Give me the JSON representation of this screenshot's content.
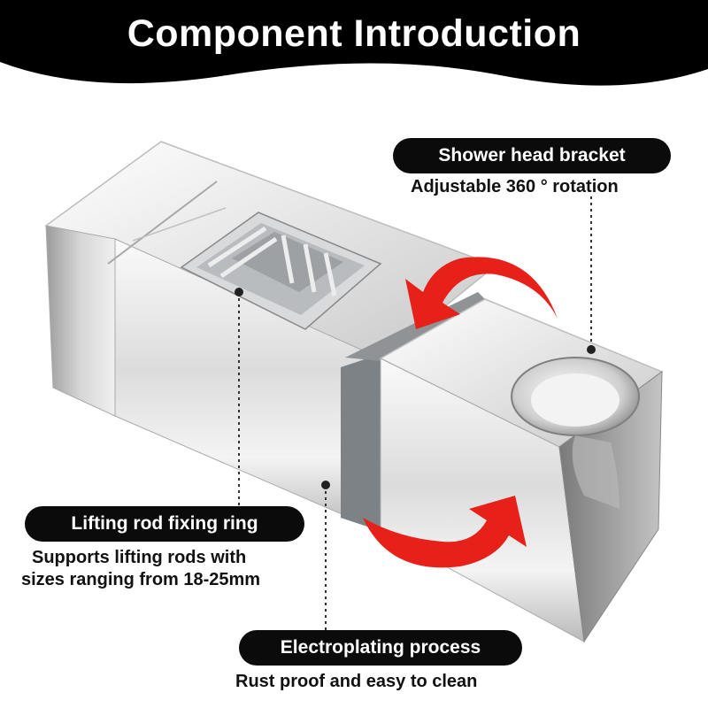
{
  "header": {
    "title": "Component Introduction"
  },
  "callouts": {
    "bracket": {
      "label": "Shower head bracket",
      "description": "Adjustable 360 ° rotation"
    },
    "ring": {
      "label": "Lifting rod fixing ring",
      "description_line1": "Supports lifting rods with",
      "description_line2": "sizes ranging from 18-25mm"
    },
    "plating": {
      "label": "Electroplating process",
      "description": "Rust proof and easy to clean"
    }
  },
  "colors": {
    "header_bg": "#000000",
    "arrow_red": "#e8201a",
    "chrome_light": "#f2f2f2",
    "chrome_dark": "#8a8a8a",
    "insert_gray": "#8f9396"
  },
  "icons": [
    "rotation-arrow-top-icon",
    "rotation-arrow-bottom-icon"
  ]
}
